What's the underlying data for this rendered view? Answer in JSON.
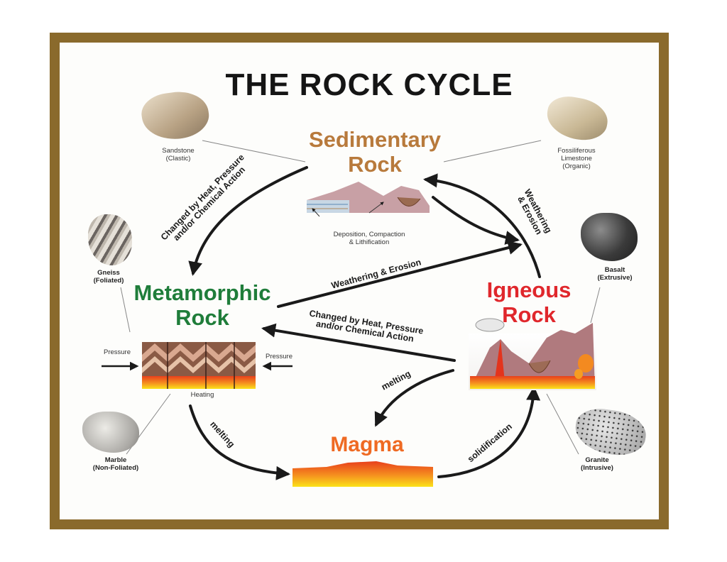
{
  "title": "THE ROCK CYCLE",
  "nodes": {
    "sedimentary": "Sedimentary\nRock",
    "metamorphic": "Metamorphic\nRock",
    "igneous": "Igneous\nRock",
    "magma": "Magma"
  },
  "process_labels": {
    "deposition": "Deposition, Compaction\n& Lithification",
    "heating": "Heating",
    "pressure_left": "Pressure",
    "pressure_right": "Pressure"
  },
  "arrow_labels": {
    "sed_to_met": "Changed by Heat, Pressure\nand/or Chemical Action",
    "ign_to_sed": "Weathering\n& Erosion",
    "met_to_sed": "Weathering & Erosion",
    "ign_to_met": "Changed by Heat, Pressure\nand/or Chemical Action",
    "ign_to_mag": "melting",
    "met_to_mag": "melting",
    "mag_to_ign": "solidification"
  },
  "samples": {
    "sandstone": "Sandstone\n(Clastic)",
    "limestone": "Fossiliferous\nLimestone\n(Organic)",
    "gneiss": "Gneiss\n(Foliated)",
    "basalt": "Basalt\n(Extrusive)",
    "marble": "Marble\n(Non-Foliated)",
    "granite": "Granite\n(Intrusive)"
  },
  "colors": {
    "border": "#8a6a2c",
    "sedimentary": "#b87a3c",
    "metamorphic": "#1f7d3a",
    "igneous": "#e0272c",
    "magma": "#ef6a23"
  }
}
